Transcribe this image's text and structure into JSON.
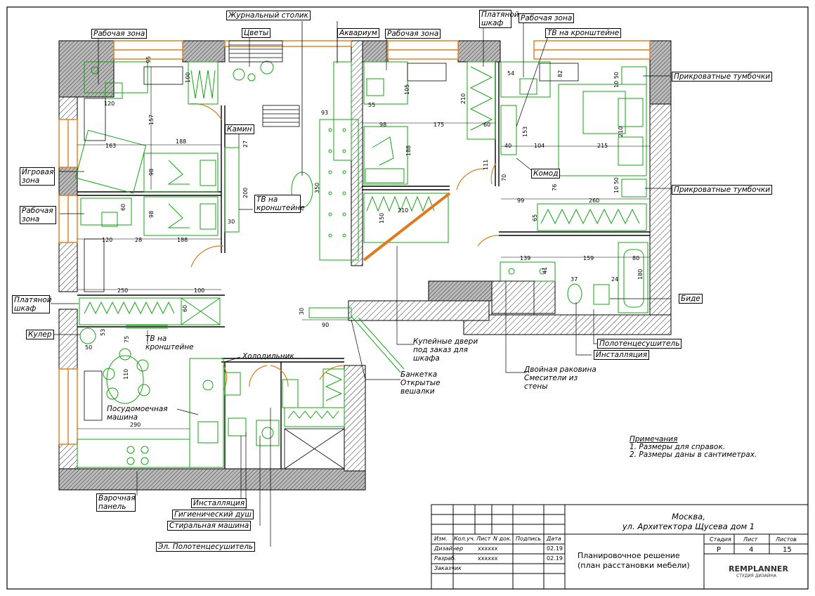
{
  "labels": {
    "workzone_1": "Рабочая зона",
    "flowers": "Цветы",
    "coffee_table": "Журнальный столик",
    "aquarium": "Аквариум",
    "workzone_2": "Рабочая зона",
    "wardrobe_top": "Платяной шкаф",
    "workzone_3": "Рабочая зона",
    "tv_bracket_top": "ТВ на кронштейне",
    "bedside_1": "Прикроватные тумбочки",
    "bedside_2": "Прикроватные тумбочки",
    "fireplace": "Камин",
    "tv_bracket_mid": "ТВ на кронштейне",
    "play_zone": "Игровая зона",
    "workzone_left": "Рабочая зона",
    "dresser": "Комод",
    "wardrobe_left": "Платяной шкаф",
    "cooler": "Кулер",
    "tv_bracket_low": "ТВ на кронштейне",
    "fridge": "Холодильник",
    "dishwasher": "Посудомоечная машина",
    "hob": "Варочная панель",
    "installation_1": "Инсталляция",
    "hygienic_shower": "Гигиенический душ",
    "washing_machine": "Стиральная машина",
    "el_towel": "Эл. Полотенцесушитель",
    "bidet": "Биде",
    "towel_dryer": "Полотенцесушитель",
    "installation_2": "Инсталляция",
    "double_sink": "Двойная раковина Смесители из стены",
    "bench": "Банкетка Открытые вешалки",
    "sliding_doors": "Купейные двери под заказ для шкафа"
  },
  "notes": {
    "title": "Примечания",
    "line1": "1. Размеры для справок.",
    "line2": "2. Размеры даны в сантиметрах."
  },
  "title_block": {
    "address_line1": "Москва,",
    "address_line2": "ул. Архитектора Щусева дом 1",
    "col_izm": "Изм.",
    "col_koluch": "Кол.уч.",
    "col_list": "Лист",
    "col_ndok": "N док.",
    "col_podpis": "Подпись",
    "col_data": "Дата",
    "designer_role": "Дизайнер",
    "designer_name": "хххххх",
    "designer_date": "02.19",
    "dev_role": "Разраб.",
    "dev_name": "хххххх",
    "dev_date": "02.19",
    "customer_role": "Заказчик",
    "sheet_title_1": "Планировочное решение",
    "sheet_title_2": "(план расстановки мебели)",
    "stage_h": "Стадия",
    "list_h": "Лист",
    "lists_h": "Листов",
    "stage": "Р",
    "list": "4",
    "lists": "15",
    "brand": "REMPLANNER",
    "brand_sub": "СТУДИЯ ДИЗАЙНА"
  },
  "dims": {
    "d95": "95",
    "d100": "100",
    "d120a": "120",
    "d157": "157",
    "d163": "163",
    "d188a": "188",
    "d27": "27",
    "d98a": "98",
    "d98b": "98",
    "d200": "200",
    "d30": "30",
    "d60a": "60",
    "d120b": "120",
    "d28": "28",
    "d188b": "188",
    "d250": "250",
    "d100b": "100",
    "d60b": "60",
    "d53": "53",
    "d50": "50",
    "d75": "75",
    "d110": "110",
    "d290": "290",
    "d93": "93",
    "d98c": "98",
    "d175": "175",
    "d188c": "188",
    "d55": "55",
    "d105": "105",
    "d350": "350",
    "d210a": "210",
    "d150": "150",
    "d111": "111",
    "d210b": "210",
    "d60c": "60",
    "d40": "40",
    "d153": "153",
    "d104": "104",
    "d215": "215",
    "d70": "70",
    "d76": "76",
    "d99": "99",
    "d260": "260",
    "d65": "65",
    "d139": "139",
    "d159": "159",
    "d80": "80",
    "d180": "180",
    "d41": "41",
    "d37": "37",
    "d24": "24",
    "d90": "90",
    "d30b": "30",
    "d54": "54",
    "d82": "82",
    "d10_50": "10 50",
    "d10_50b": "10 50",
    "d210c": "210"
  },
  "colors": {
    "furniture": "#16a316",
    "window": "#e07a1c",
    "line": "#000000"
  }
}
